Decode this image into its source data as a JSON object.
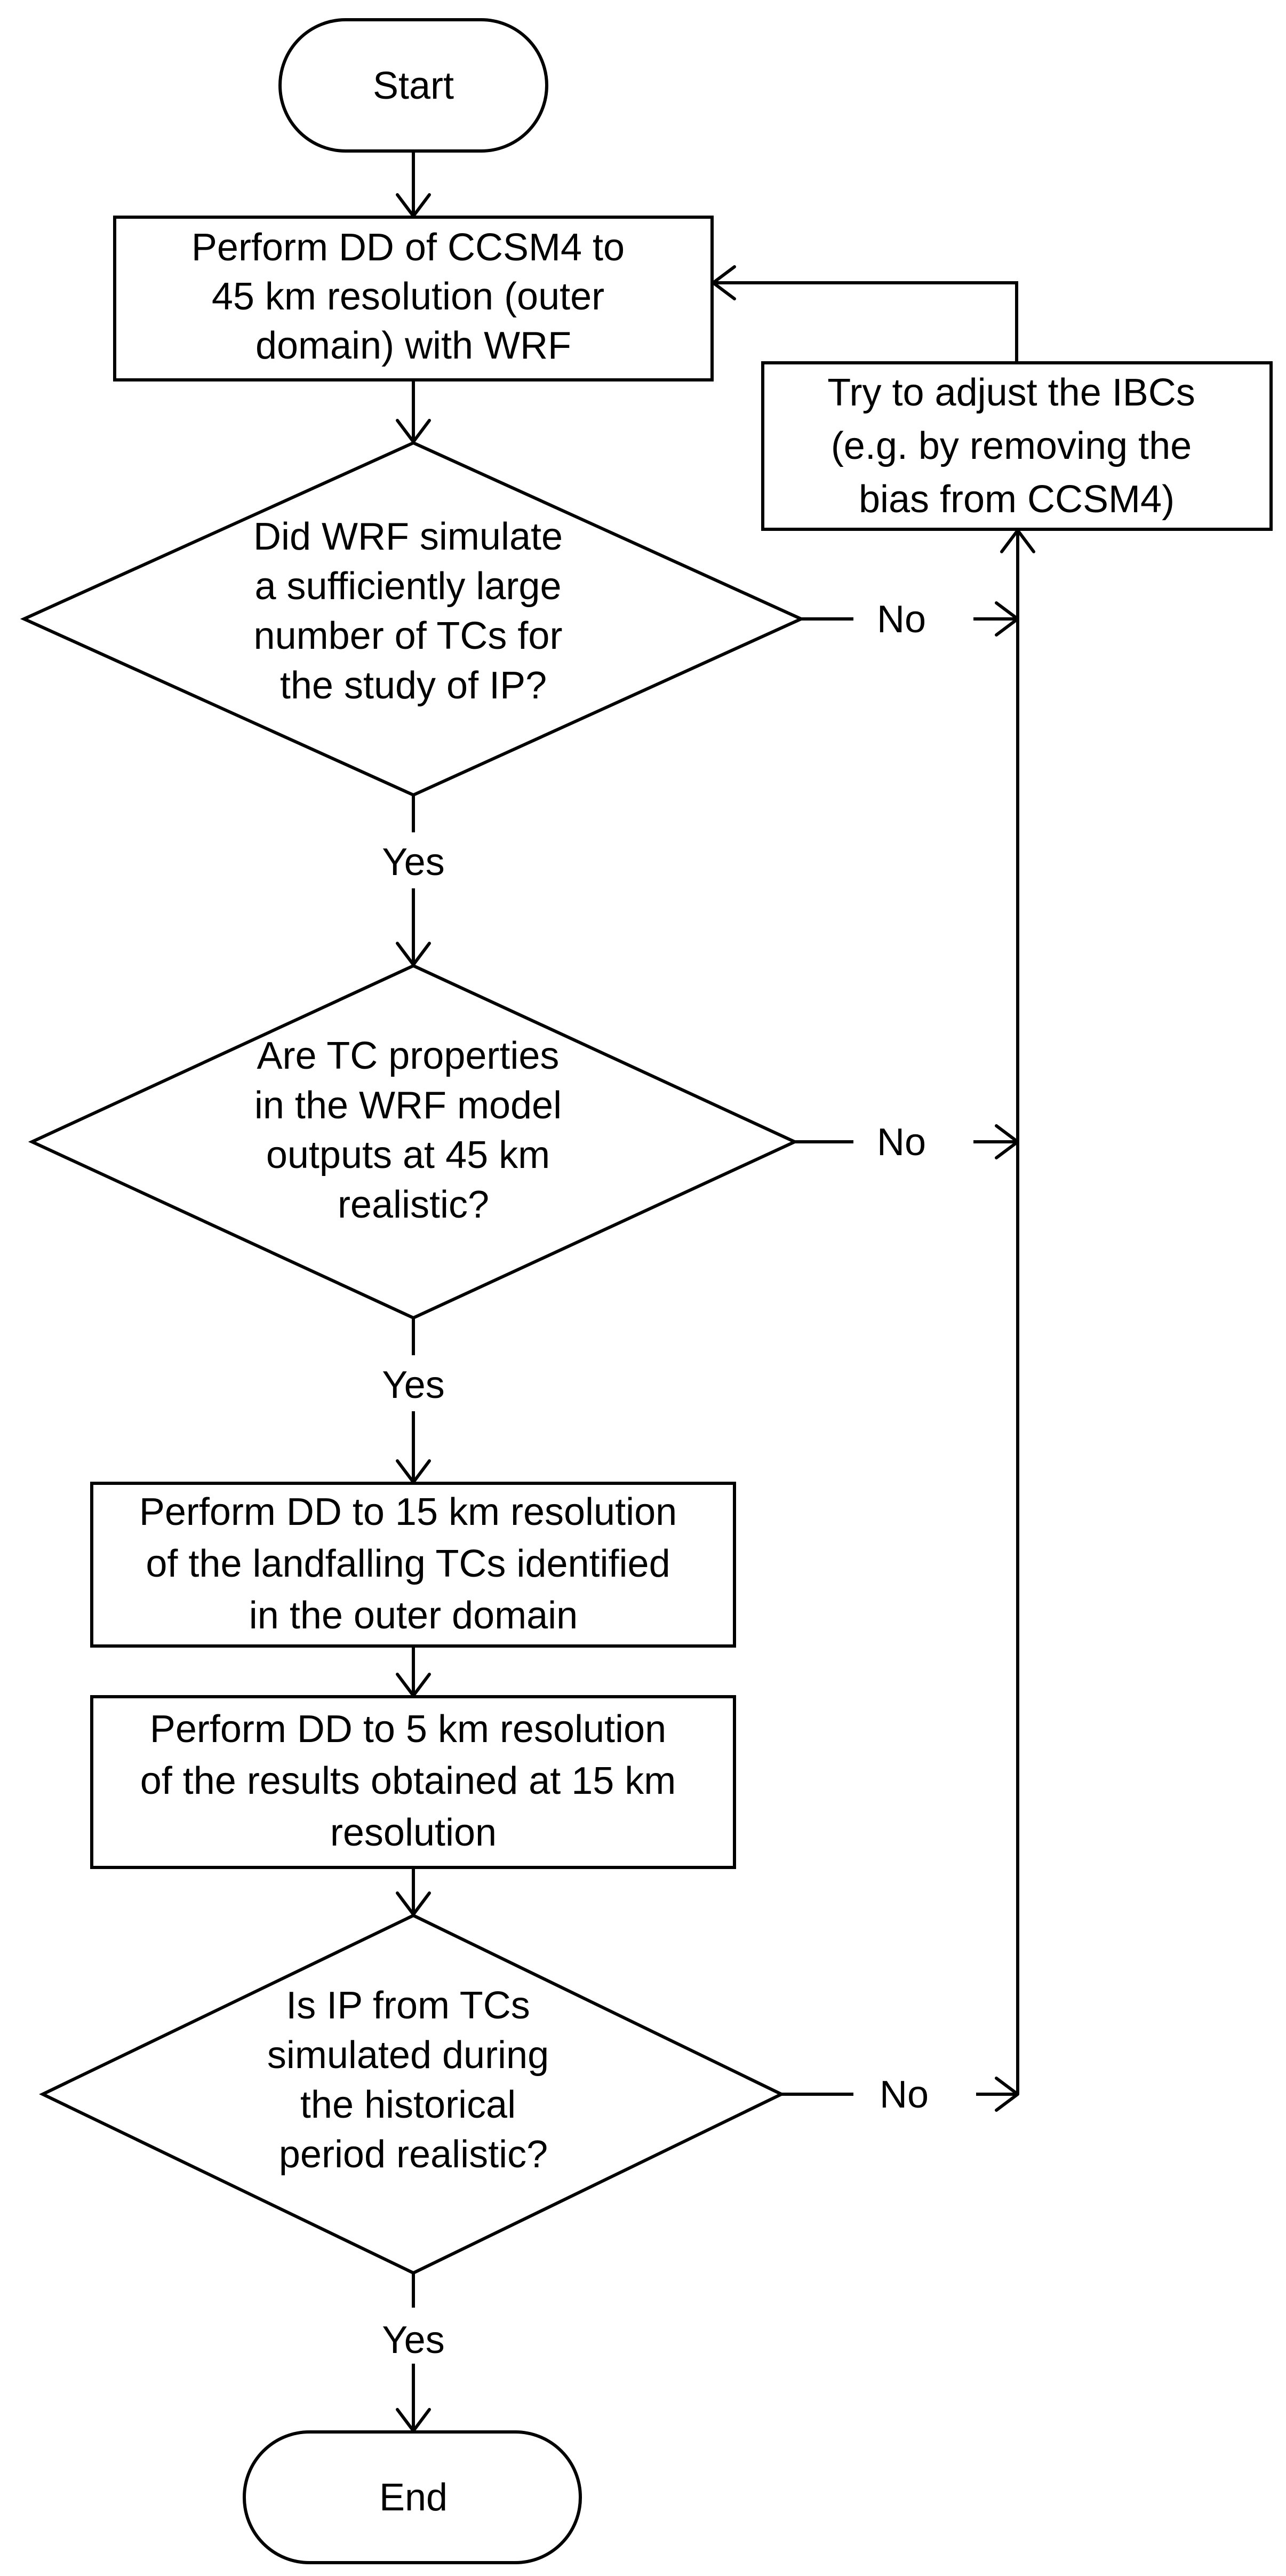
{
  "flowchart": {
    "start": {
      "label": "Start"
    },
    "step1": {
      "lines": [
        "Perform DD of CCSM4 to",
        "45 km resolution (outer",
        "domain) with WRF"
      ]
    },
    "decision1": {
      "lines": [
        "Did WRF simulate",
        "a sufficiently large",
        "number of TCs for",
        "the study of IP?"
      ]
    },
    "decision2": {
      "lines": [
        "Are TC properties",
        "in the WRF model",
        "outputs at 45 km",
        "realistic?"
      ]
    },
    "step2": {
      "lines": [
        "Perform DD to 15 km resolution",
        "of the landfalling TCs identified",
        "in the outer domain"
      ]
    },
    "step3": {
      "lines": [
        "Perform DD to 5 km resolution",
        "of the results obtained at 15 km",
        "resolution"
      ]
    },
    "decision3": {
      "lines": [
        "Is IP from TCs",
        "simulated during",
        "the historical",
        "period realistic?"
      ]
    },
    "adjust": {
      "lines": [
        "Try to adjust the IBCs",
        "(e.g. by removing the",
        "bias from CCSM4)"
      ]
    },
    "end": {
      "label": "End"
    },
    "edge_labels": {
      "yes1": "Yes",
      "yes2": "Yes",
      "yes3": "Yes",
      "no1": "No",
      "no2": "No",
      "no3": "No"
    }
  }
}
